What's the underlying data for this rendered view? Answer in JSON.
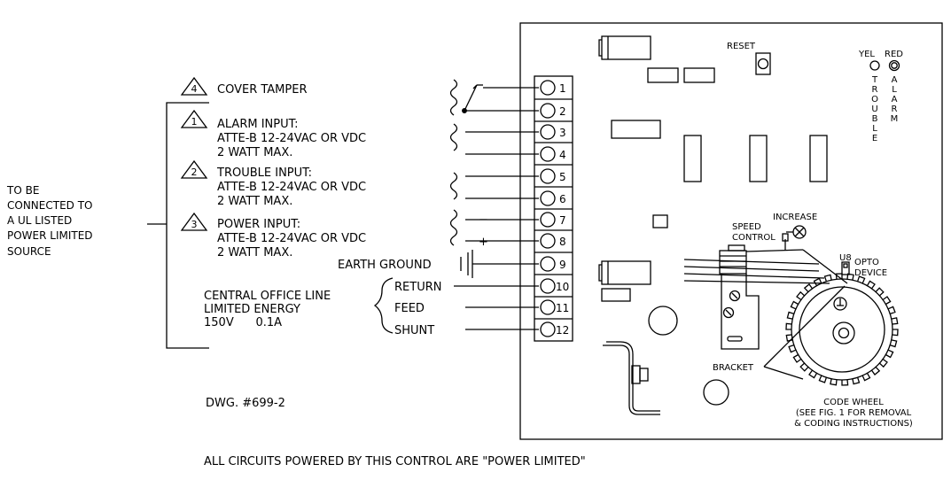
{
  "source_note": [
    "TO BE",
    "CONNECTED TO",
    "A UL LISTED",
    "POWER LIMITED",
    "SOURCE"
  ],
  "inputs": {
    "cover_tamper": {
      "number": "4",
      "label": "COVER TAMPER"
    },
    "alarm": {
      "number": "1",
      "title": "ALARM INPUT:",
      "rating": "ATTE-B 12-24VAC OR VDC",
      "max": "2 WATT MAX."
    },
    "trouble": {
      "number": "2",
      "title": "TROUBLE INPUT:",
      "rating": "ATTE-B 12-24VAC OR VDC",
      "max": "2 WATT MAX."
    },
    "power": {
      "number": "3",
      "title": "POWER INPUT:",
      "rating": "ATTE-B 12-24VAC OR VDC",
      "max": "2 WATT MAX."
    }
  },
  "earth_ground": "EARTH GROUND",
  "polarity": {
    "minus": "−",
    "plus": "+"
  },
  "central_office": {
    "lines": [
      "CENTRAL OFFICE LINE",
      "LIMITED ENERGY",
      "150V      0.1A"
    ],
    "return": "RETURN",
    "feed": "FEED",
    "shunt": "SHUNT"
  },
  "terminals": [
    "1",
    "2",
    "3",
    "4",
    "5",
    "6",
    "7",
    "8",
    "9",
    "10",
    "11",
    "12"
  ],
  "board": {
    "reset": "RESET",
    "yel": "YEL",
    "red": "RED",
    "trouble_vertical": [
      "T",
      "R",
      "O",
      "U",
      "B",
      "L",
      "E"
    ],
    "alarm_vertical": [
      "A",
      "L",
      "A",
      "R",
      "M"
    ],
    "speed_control": [
      "SPEED",
      "CONTROL"
    ],
    "increase": "INCREASE",
    "u8": "U8",
    "opto_device": [
      "OPTO",
      "DEVICE"
    ],
    "bracket": "BRACKET",
    "code_wheel": [
      "CODE WHEEL",
      "(SEE FIG. 1 FOR REMOVAL",
      "& CODING INSTRUCTIONS)"
    ]
  },
  "drawing_number": "DWG. #699-2",
  "footer": "ALL CIRCUITS POWERED BY THIS CONTROL ARE \"POWER LIMITED\""
}
